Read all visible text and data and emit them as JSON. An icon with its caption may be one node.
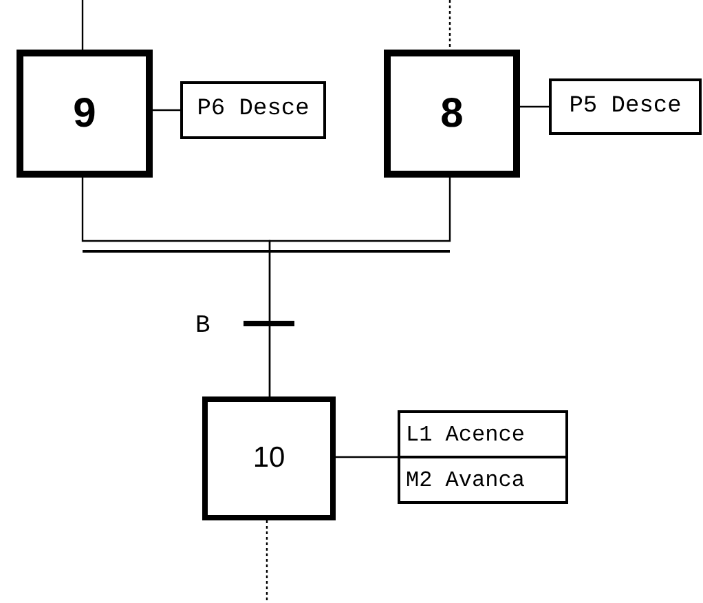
{
  "diagram": {
    "nodes": [
      {
        "text": [
          "9"
        ]
      },
      {
        "text": [
          "P6 Desce"
        ]
      },
      {
        "text": [
          "8"
        ]
      },
      {
        "text": [
          "P5 Desce"
        ]
      },
      {
        "text": [
          "10"
        ]
      },
      {
        "text": [
          "L1 Acence",
          "M2 Avanca"
        ]
      }
    ],
    "edges": [
      {
        "from": null,
        "to": 0,
        "arrow": "none"
      },
      {
        "from": null,
        "to": 2,
        "arrow": "none",
        "style": "dashed"
      },
      {
        "from": 0,
        "to": 1,
        "arrow": "none"
      },
      {
        "from": 2,
        "to": 3,
        "arrow": "none"
      },
      {
        "from": 0,
        "to": 4,
        "arrow": "none"
      },
      {
        "from": 2,
        "to": 4,
        "arrow": "none"
      },
      {
        "from": 4,
        "to": 5,
        "arrow": "none"
      },
      {
        "from": 4,
        "to": null,
        "arrow": "none",
        "style": "dashed"
      }
    ],
    "labels": [
      "B"
    ]
  }
}
